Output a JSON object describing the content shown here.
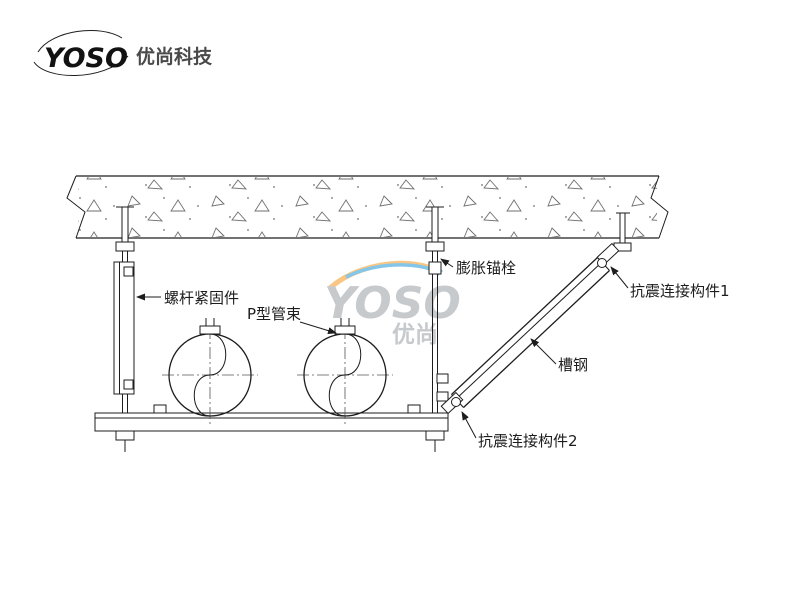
{
  "header": {
    "brand": "YOSO",
    "company": "优尚科技"
  },
  "watermark": {
    "brand": "YOSO",
    "sub": "优尚"
  },
  "diagram": {
    "labels": {
      "rod_fastener": "螺杆紧固件",
      "pipe_clamp": "P型管束",
      "expansion_anchor": "膨胀锚栓",
      "seismic_connector_1": "抗震连接构件1",
      "channel_steel": "槽钢",
      "seismic_connector_2": "抗震连接构件2"
    },
    "colors": {
      "line": "#1d1d1d",
      "concrete_stipple": "#6f6f6f",
      "watermark_gray": "#9aa0a6",
      "watermark_orange": "#f59b1e",
      "watermark_blue": "#2196d9"
    }
  }
}
